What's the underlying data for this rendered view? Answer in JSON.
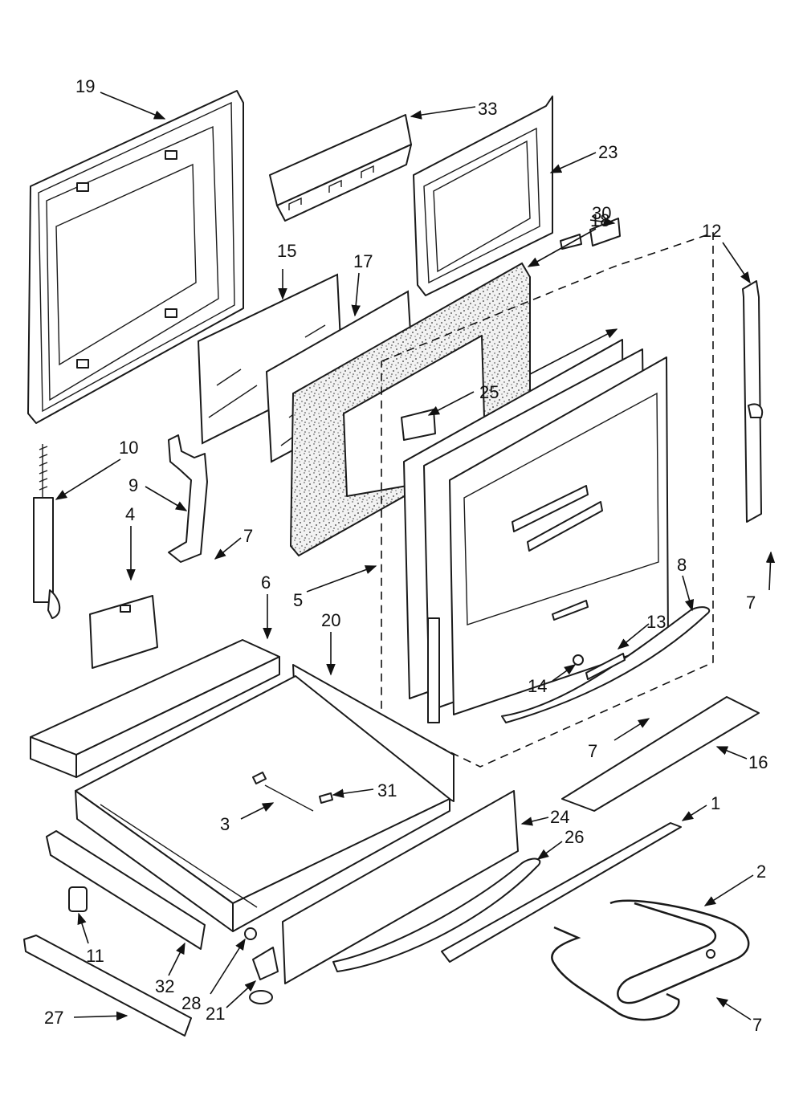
{
  "diagram": {
    "callouts": [
      {
        "id": "c19",
        "text": "19"
      },
      {
        "id": "c33",
        "text": "33"
      },
      {
        "id": "c23",
        "text": "23"
      },
      {
        "id": "c18",
        "text": "18"
      },
      {
        "id": "c15",
        "text": "15"
      },
      {
        "id": "c17",
        "text": "17"
      },
      {
        "id": "c30",
        "text": "30"
      },
      {
        "id": "c12",
        "text": "12"
      },
      {
        "id": "c25",
        "text": "25"
      },
      {
        "id": "c10",
        "text": "10"
      },
      {
        "id": "c9",
        "text": "9"
      },
      {
        "id": "c4",
        "text": "4"
      },
      {
        "id": "c7a",
        "text": "7"
      },
      {
        "id": "c7b",
        "text": "7"
      },
      {
        "id": "c5",
        "text": "5"
      },
      {
        "id": "c6",
        "text": "6"
      },
      {
        "id": "c20",
        "text": "20"
      },
      {
        "id": "c8",
        "text": "8"
      },
      {
        "id": "c13",
        "text": "13"
      },
      {
        "id": "c14",
        "text": "14"
      },
      {
        "id": "c7c",
        "text": "7"
      },
      {
        "id": "c16",
        "text": "16"
      },
      {
        "id": "c31",
        "text": "31"
      },
      {
        "id": "c3",
        "text": "3"
      },
      {
        "id": "c24",
        "text": "24"
      },
      {
        "id": "c1",
        "text": "1"
      },
      {
        "id": "c26",
        "text": "26"
      },
      {
        "id": "c2",
        "text": "2"
      },
      {
        "id": "c11",
        "text": "11"
      },
      {
        "id": "c32",
        "text": "32"
      },
      {
        "id": "c28",
        "text": "28"
      },
      {
        "id": "c21",
        "text": "21"
      },
      {
        "id": "c27",
        "text": "27"
      },
      {
        "id": "c7d",
        "text": "7"
      }
    ]
  }
}
